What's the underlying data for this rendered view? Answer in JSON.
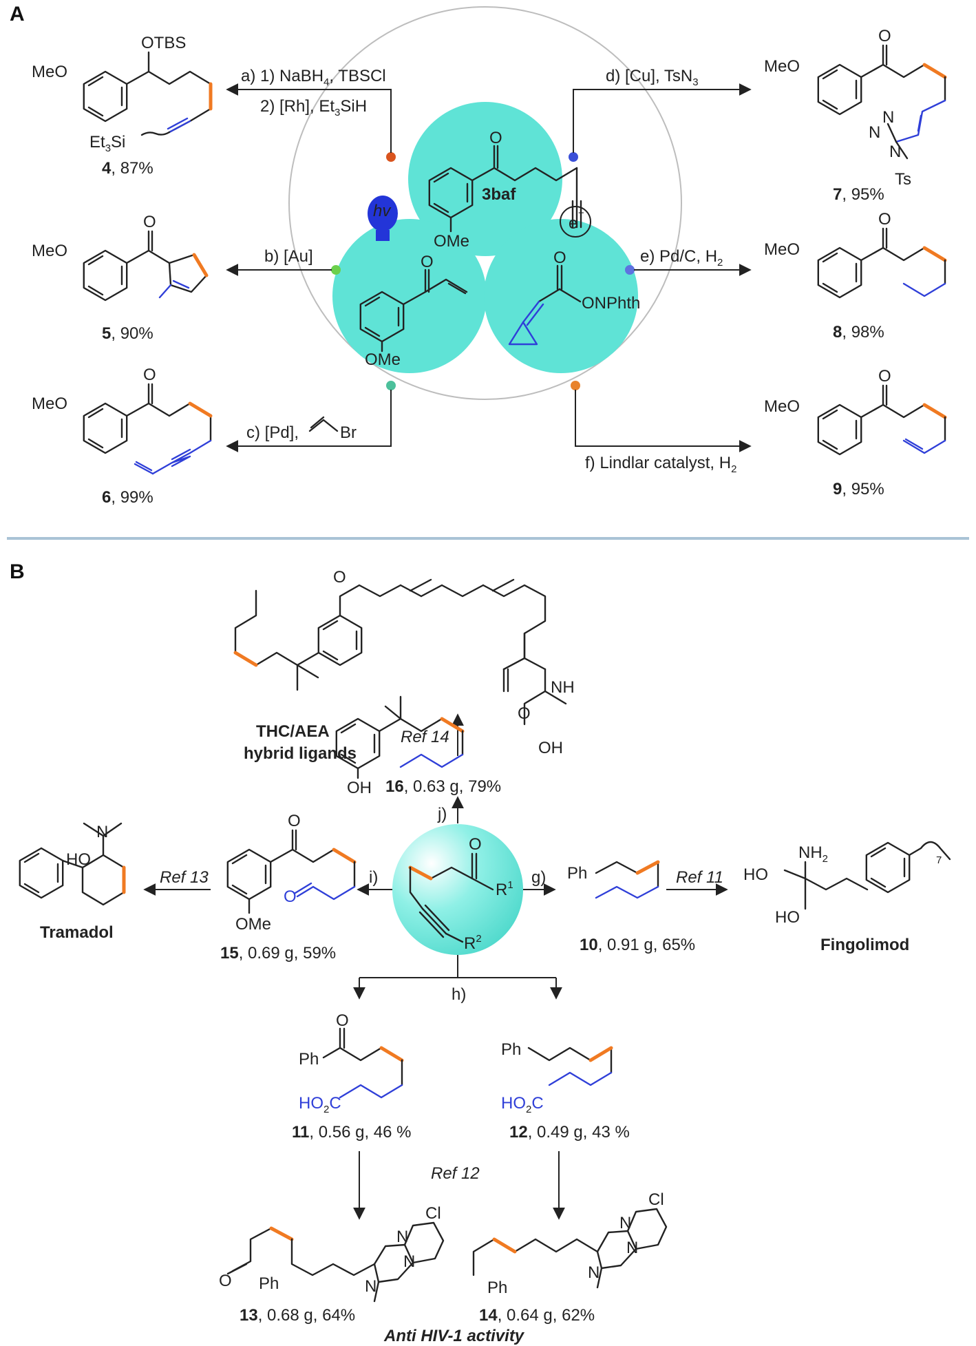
{
  "panels": {
    "a": "A",
    "b": "B"
  },
  "colors": {
    "accent_teal": "#5fe3d6",
    "new_bond_orange": "#f07a22",
    "blue": "#2f3fd8",
    "divider": "#a9c3d6"
  },
  "hub": {
    "compound": "3baf",
    "methoxy": "OMe",
    "onphth": "ONPhth",
    "electron": "e",
    "light": "hv"
  },
  "panel_a": {
    "a_line1": "a) 1) NaBH",
    "a_line1_sub": "4",
    "a_line1_tail": ", TBSCl",
    "a_line2": "2) [Rh], Et",
    "a_line2_sub": "3",
    "a_line2_tail": "SiH",
    "b": "b) [Au]",
    "c": "c) [Pd],",
    "c_br": "Br",
    "d": "d) [Cu], TsN",
    "d_sub": "3",
    "e": "e) Pd/C, H",
    "e_sub": "2",
    "f": "f) Lindlar catalyst, H",
    "f_sub": "2",
    "p4": {
      "num": "4",
      "yield": ", 87%",
      "otbs": "OTBS",
      "meo": "MeO",
      "et3si": "Et",
      "et3si_sub": "3",
      "et3si_tail": "Si"
    },
    "p5": {
      "num": "5",
      "yield": ", 90%",
      "meo": "MeO",
      "o": "O"
    },
    "p6": {
      "num": "6",
      "yield": ", 99%",
      "meo": "MeO",
      "o": "O"
    },
    "p7": {
      "num": "7",
      "yield": ", 95%",
      "meo": "MeO",
      "o": "O",
      "n1": "N",
      "n2": "N",
      "n3": "N",
      "ts": "Ts"
    },
    "p8": {
      "num": "8",
      "yield": ", 98%",
      "meo": "MeO",
      "o": "O"
    },
    "p9": {
      "num": "9",
      "yield": ", 95%",
      "meo": "MeO",
      "o": "O"
    }
  },
  "panel_b": {
    "center": {
      "o": "O",
      "r1": "R",
      "r1_sup": "1",
      "r2": "R",
      "r2_sup": "2"
    },
    "g": "g)",
    "h": "h)",
    "i": "i)",
    "j": "j)",
    "ref11": "Ref 11",
    "ref12": "Ref 12",
    "ref13": "Ref 13",
    "ref14": "Ref 14",
    "thc_line1": "THC/AEA",
    "thc_line2": "hybrid ligands",
    "thc": {
      "o": "O",
      "nh": "NH",
      "oh": "OH",
      "o2": "O"
    },
    "p10": {
      "num": "10",
      "yield": ", 0.91 g, 65%",
      "ph": "Ph"
    },
    "p11": {
      "num": "11",
      "yield": ", 0.56 g, 46 %",
      "ph": "Ph",
      "o": "O",
      "ho2c": "HO",
      "ho2c_sub": "2",
      "ho2c_tail": "C"
    },
    "p12": {
      "num": "12",
      "yield": ", 0.49 g, 43 %",
      "ph": "Ph",
      "ho2c": "HO",
      "ho2c_sub": "2",
      "ho2c_tail": "C"
    },
    "p13": {
      "num": "13",
      "yield": ", 0.68 g, 64%",
      "o": "O",
      "ph": "Ph",
      "cl": "Cl",
      "n1": "N",
      "n2": "N",
      "n3": "N"
    },
    "p14": {
      "num": "14",
      "yield": ", 0.64 g, 62%",
      "ph": "Ph",
      "cl": "Cl",
      "n1": "N",
      "n2": "N",
      "n3": "N"
    },
    "p15": {
      "num": "15",
      "yield": ", 0.69 g, 59%",
      "o": "O",
      "o2": "O",
      "ome": "OMe"
    },
    "p16": {
      "num": "16",
      "yield": ", 0.63 g, 79%",
      "oh": "OH"
    },
    "fingolimod": {
      "name": "Fingolimod",
      "nh2": "NH",
      "nh2_sub": "2",
      "ho1": "HO",
      "ho2": "HO",
      "n7": "7"
    },
    "tramadol": {
      "name": "Tramadol",
      "n": "N",
      "ho": "HO"
    },
    "anti_hiv": "Anti HIV-1 activity"
  }
}
